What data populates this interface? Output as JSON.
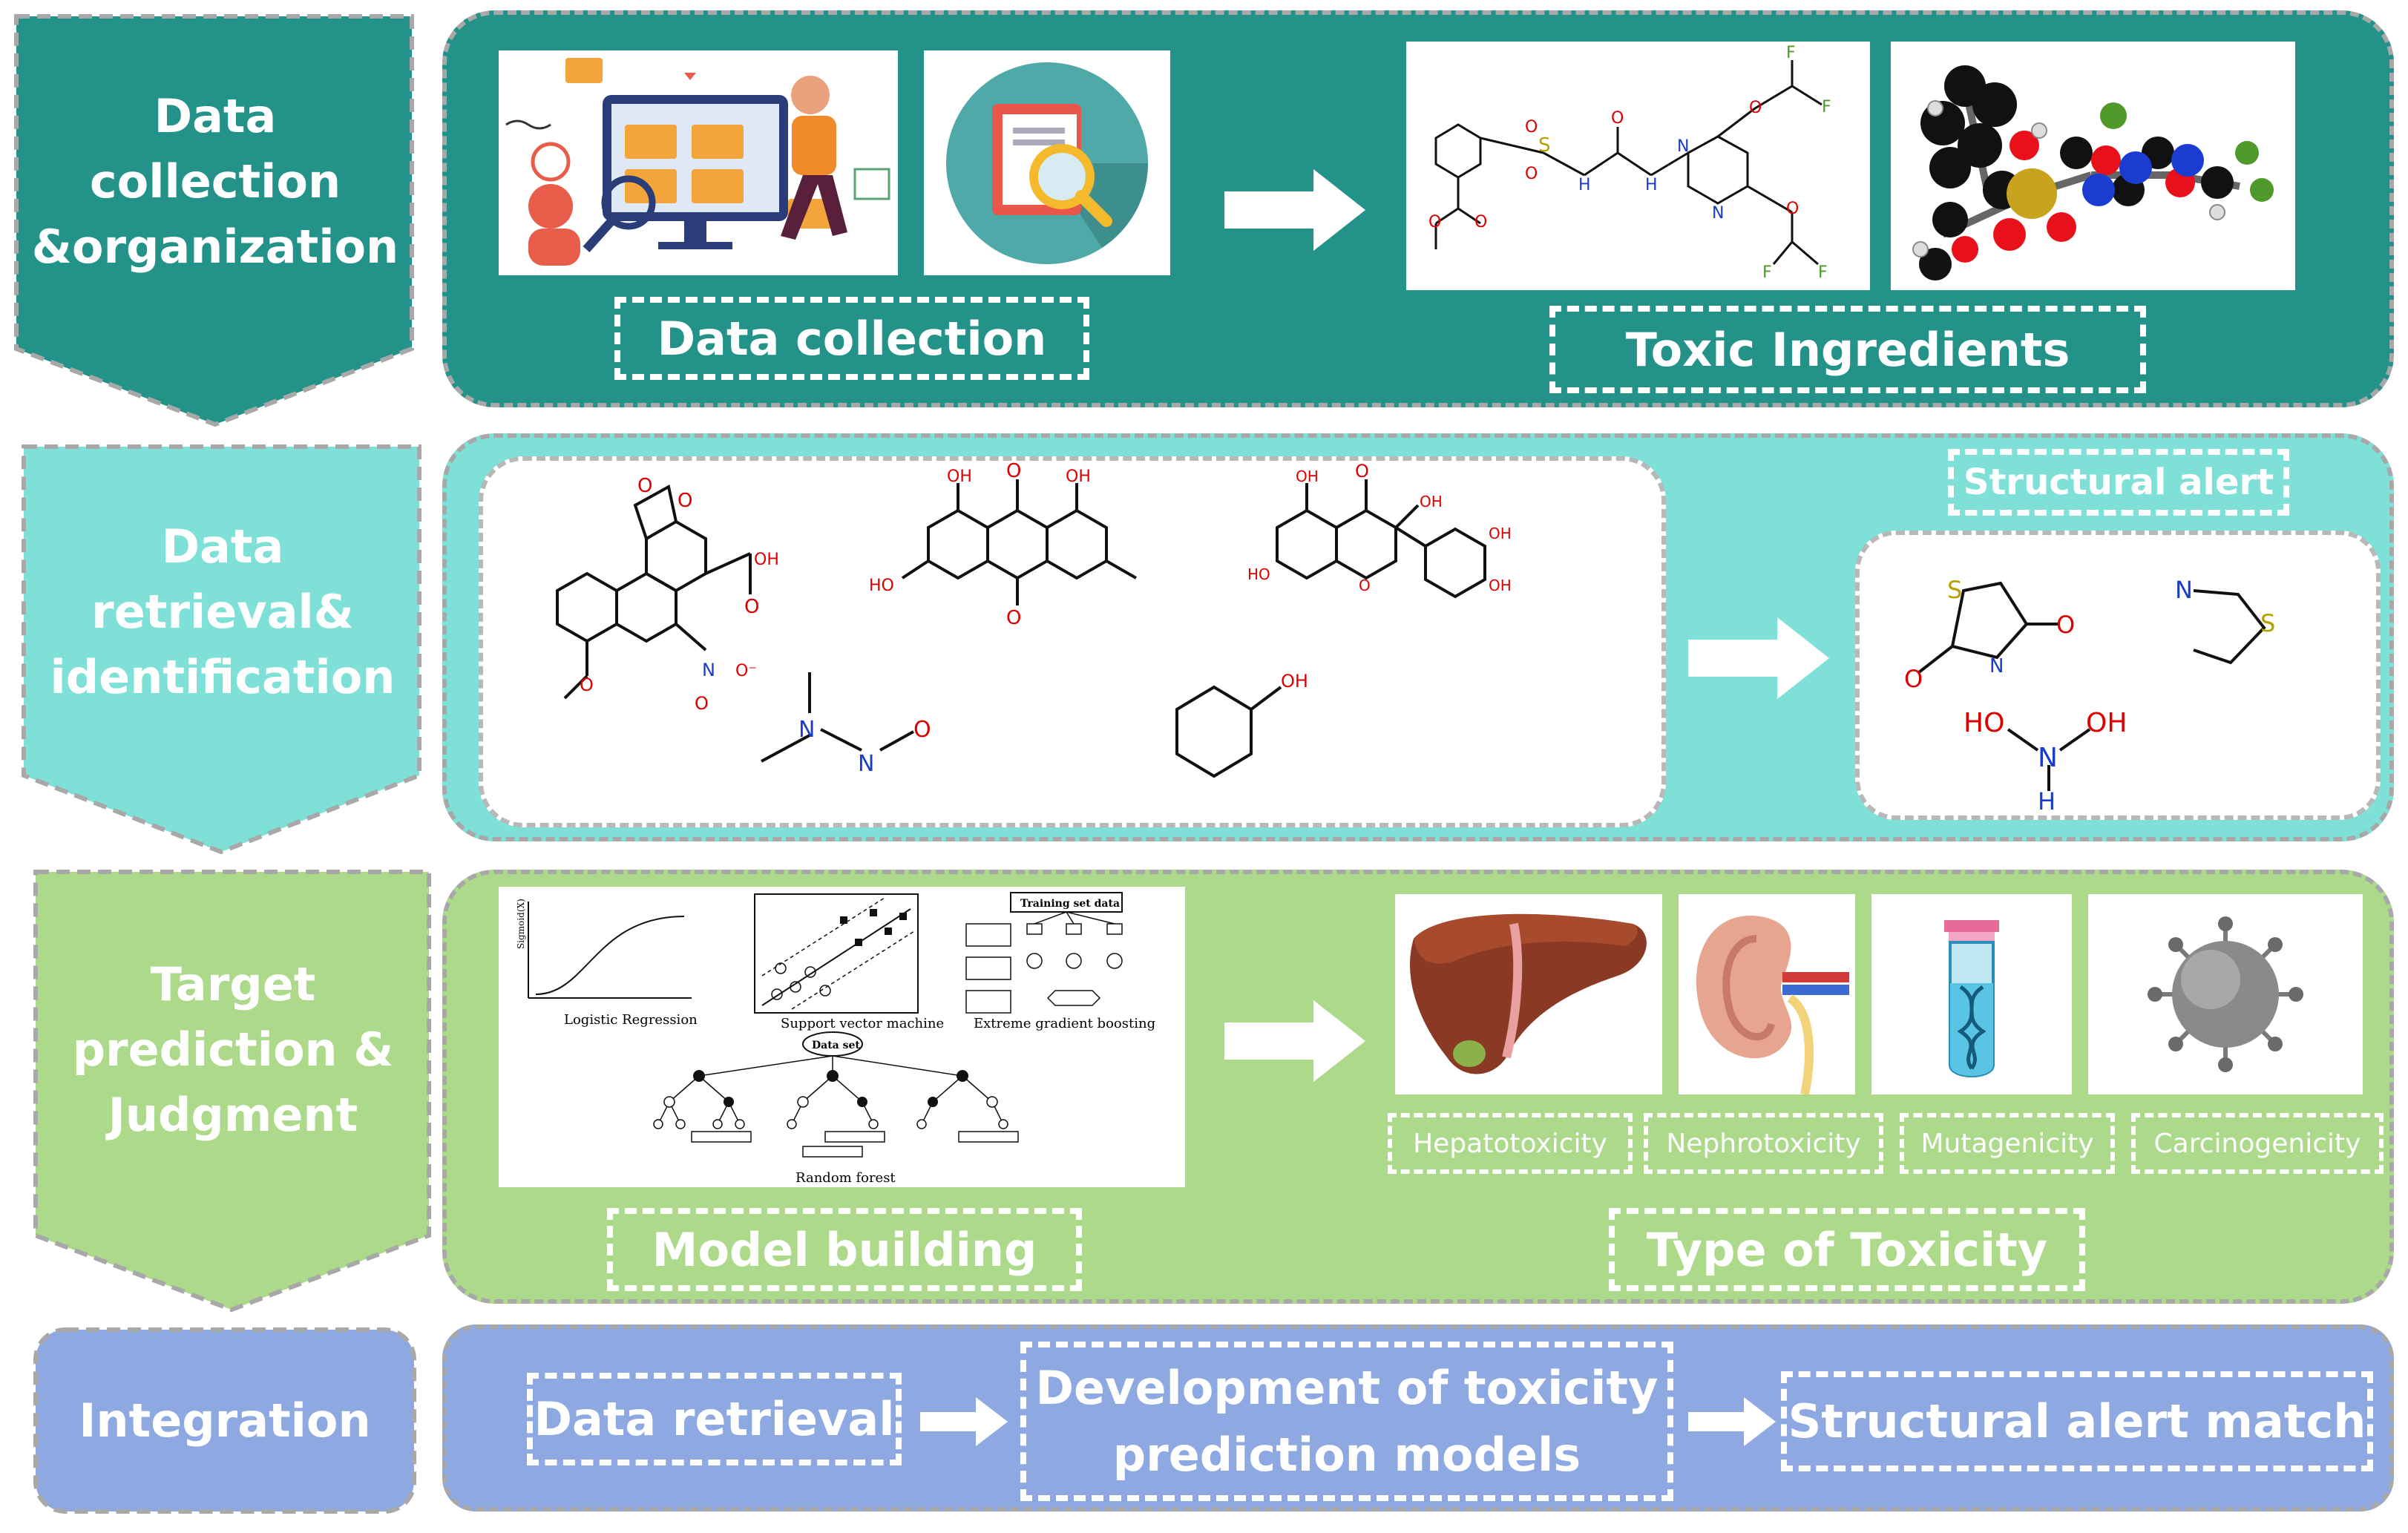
{
  "stages": [
    {
      "label": "Data\ncollection\n&organization",
      "color": "#23938a"
    },
    {
      "label": "Data\nretrieval&\nidentification",
      "color": "#7fe0d8"
    },
    {
      "label": "Target\nprediction &\nJudgment",
      "color": "#acd98a"
    },
    {
      "label": "Integration",
      "color": "#8ea9e2"
    }
  ],
  "row1": {
    "data_collection": "Data collection",
    "toxic_ingredients": "Toxic Ingredients"
  },
  "row2": {
    "structural_alert": "Structural alert"
  },
  "row3": {
    "model_building": "Model building",
    "type_of_toxicity": "Type of Toxicity",
    "toxicities": [
      "Hepatotoxicity",
      "Nephrotoxicity",
      "Mutagenicity",
      "Carcinogenicity"
    ],
    "models": {
      "logistic_regression": "Logistic Regression",
      "svm": "Support vector machine",
      "xgboost": "Extreme gradient boosting",
      "random_forest": "Random forest",
      "training_set": "Training set data",
      "data_set": "Data set",
      "sigmoid_label": "Sigmoid(X)"
    }
  },
  "row4": {
    "data_retrieval": "Data retrieval",
    "development": "Development of toxicity\nprediction models",
    "structural_alert_match": "Structural alert match"
  }
}
